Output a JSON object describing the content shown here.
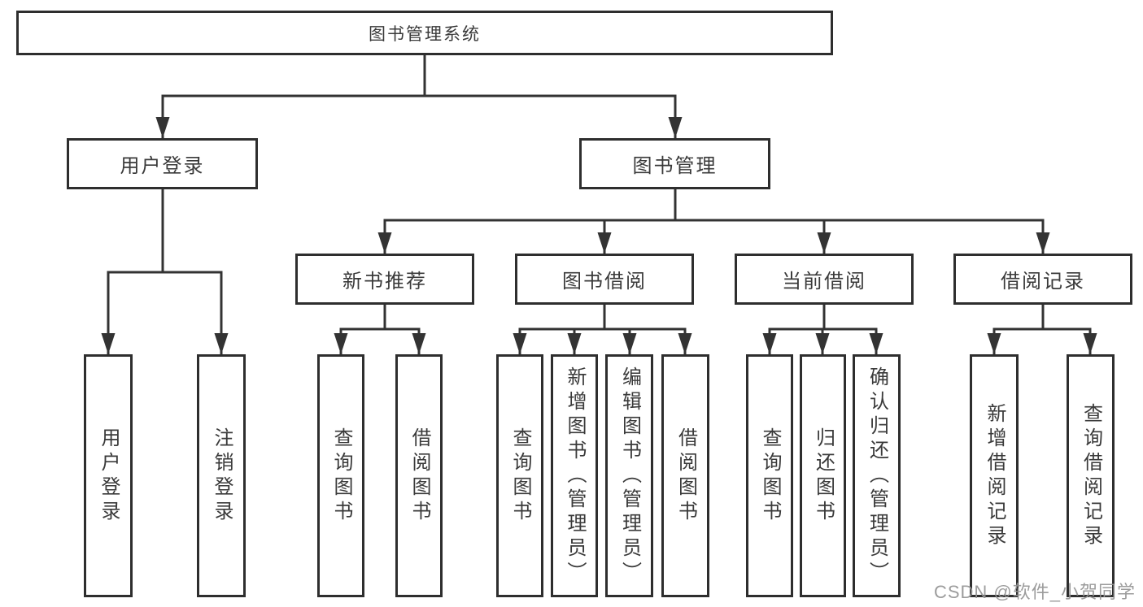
{
  "diagram": {
    "type": "hierarchy",
    "tree": {
      "root": {
        "label": "图书管理系统"
      },
      "branches": [
        {
          "label": "用户登录",
          "children": [
            {
              "label": "用户登录"
            },
            {
              "label": "注销登录"
            }
          ]
        },
        {
          "label": "图书管理",
          "children": [
            {
              "label": "新书推荐",
              "children": [
                {
                  "label": "查询图书"
                },
                {
                  "label": "借阅图书"
                }
              ]
            },
            {
              "label": "图书借阅",
              "children": [
                {
                  "label": "查询图书"
                },
                {
                  "label": "新增图书（管理员）"
                },
                {
                  "label": "编辑图书（管理员）"
                },
                {
                  "label": "借阅图书"
                }
              ]
            },
            {
              "label": "当前借阅",
              "children": [
                {
                  "label": "查询图书"
                },
                {
                  "label": "归还图书"
                },
                {
                  "label": "确认归还（管理员）"
                }
              ]
            },
            {
              "label": "借阅记录",
              "children": [
                {
                  "label": "新增借阅记录"
                },
                {
                  "label": "查询借阅记录"
                }
              ]
            }
          ]
        }
      ]
    },
    "colors": {
      "line": "#333333",
      "box_border": "#2e2e2e",
      "text": "#3a3a3a",
      "background": "#ffffff",
      "watermark": "#949494"
    }
  },
  "watermark": {
    "text": "CSDN @软件_小贺同学"
  }
}
